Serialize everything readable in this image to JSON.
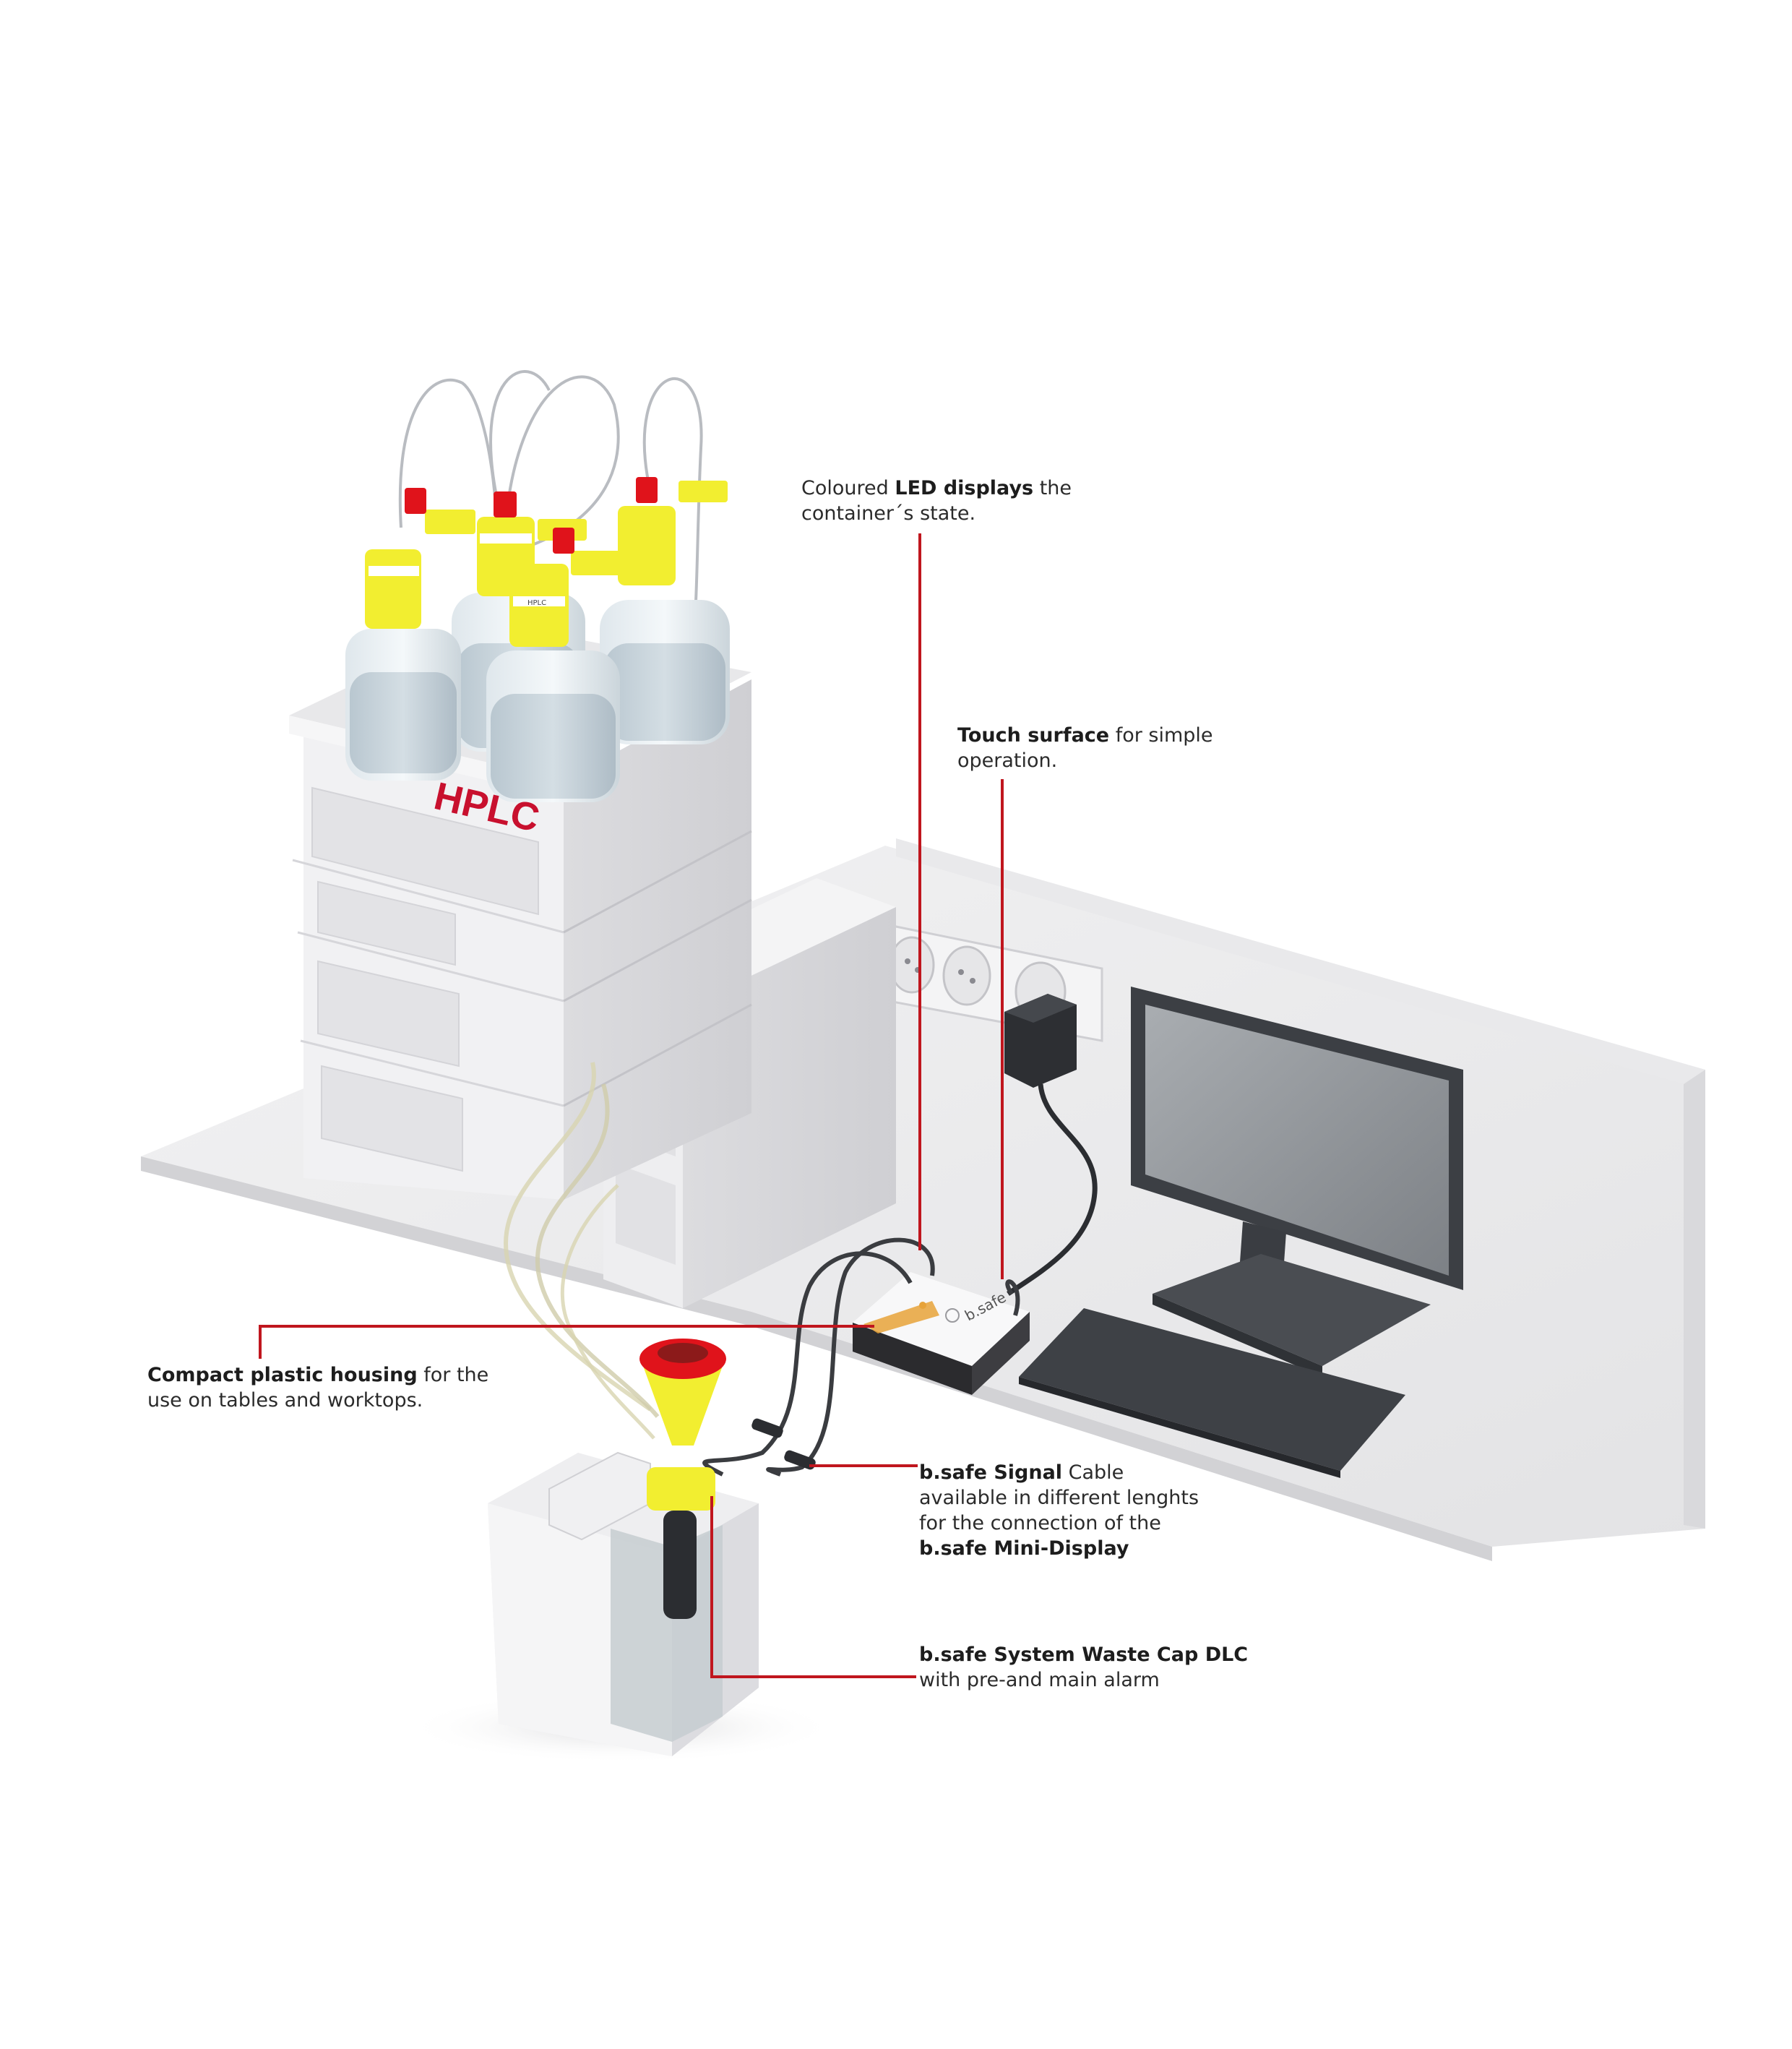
{
  "colors": {
    "leader": "#c0161e",
    "hplc_label": "#c8102e",
    "cap_yellow": "#f6ee1c",
    "cap_red": "#e0131b",
    "device_gold": "#e7a33a"
  },
  "icons": [
    "hplc-module-stack",
    "solvent-bottle",
    "wall-socket",
    "power-adapter",
    "monitor",
    "keyboard",
    "mini-display-device",
    "waste-canister",
    "funnel",
    "cable-connector"
  ],
  "hplc_label": "HPLC",
  "device_label": "b.safe",
  "bottle_label": "HPLC",
  "callouts": {
    "led": {
      "bold": "LED displays",
      "pre": "Coloured ",
      "post": " the",
      "line2": "container´s state."
    },
    "touch": {
      "bold": "Touch surface",
      "post": " for simple",
      "line2": "operation."
    },
    "housing": {
      "bold": "Compact plastic housing",
      "post": " for the",
      "line2": "use on tables and worktops."
    },
    "signal": {
      "bold": "b.safe Signal",
      "post": " Cable",
      "line2": "available in different lenghts",
      "line3": "for the connection of the",
      "line4_bold": "b.safe Mini-Display"
    },
    "waste": {
      "bold": "b.safe System Waste Cap DLC",
      "line2": "with pre-and main alarm"
    }
  }
}
